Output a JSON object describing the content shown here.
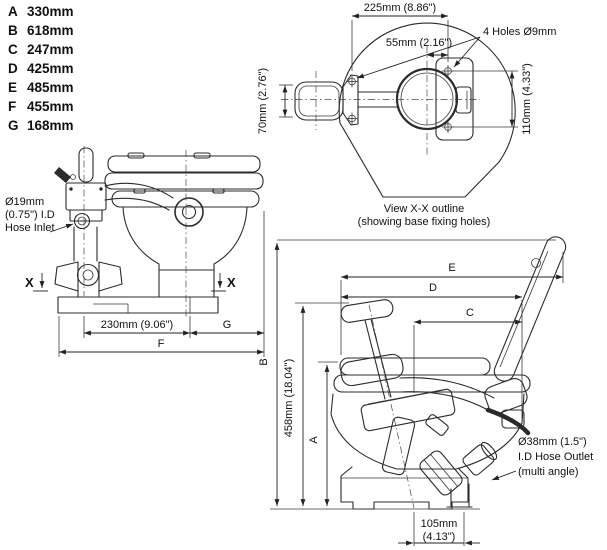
{
  "colors": {
    "line": "#2b2b2b",
    "text": "#111111",
    "background": "#ffffff"
  },
  "legend": {
    "items": [
      {
        "key": "A",
        "value": "330mm"
      },
      {
        "key": "B",
        "value": "618mm"
      },
      {
        "key": "C",
        "value": "247mm"
      },
      {
        "key": "D",
        "value": "425mm"
      },
      {
        "key": "E",
        "value": "485mm"
      },
      {
        "key": "F",
        "value": "455mm"
      },
      {
        "key": "G",
        "value": "168mm"
      }
    ]
  },
  "top_view": {
    "dim_overall_width": "225mm (8.86\")",
    "dim_hole_offset": "55mm (2.16\")",
    "holes_label": "4 Holes Ø9mm",
    "dim_pump_height": "70mm (2.76\")",
    "dim_hole_spacing": "110mm (4.33\")",
    "caption_line1": "View X-X outline",
    "caption_line2": "(showing base fixing holes)"
  },
  "side_view": {
    "inlet_label_line1": "Ø19mm",
    "inlet_label_line2": "(0.75\") I.D",
    "inlet_label_line3": "Hose Inlet",
    "section_marker_left": "X",
    "section_marker_right": "X",
    "dim_base_depth": "230mm (9.06\")",
    "dim_g": "G",
    "dim_f": "F"
  },
  "open_view": {
    "dim_b": "B",
    "dim_e": "E",
    "dim_d": "D",
    "dim_c": "C",
    "dim_a": "A",
    "dim_handle_height": "458mm (18.04\")",
    "dim_outlet_line1": "105mm",
    "dim_outlet_line2": "(4.13\")",
    "outlet_label_line1": "Ø38mm (1.5\")",
    "outlet_label_line2": "I.D Hose Outlet",
    "outlet_label_line3": "(multi angle)"
  }
}
